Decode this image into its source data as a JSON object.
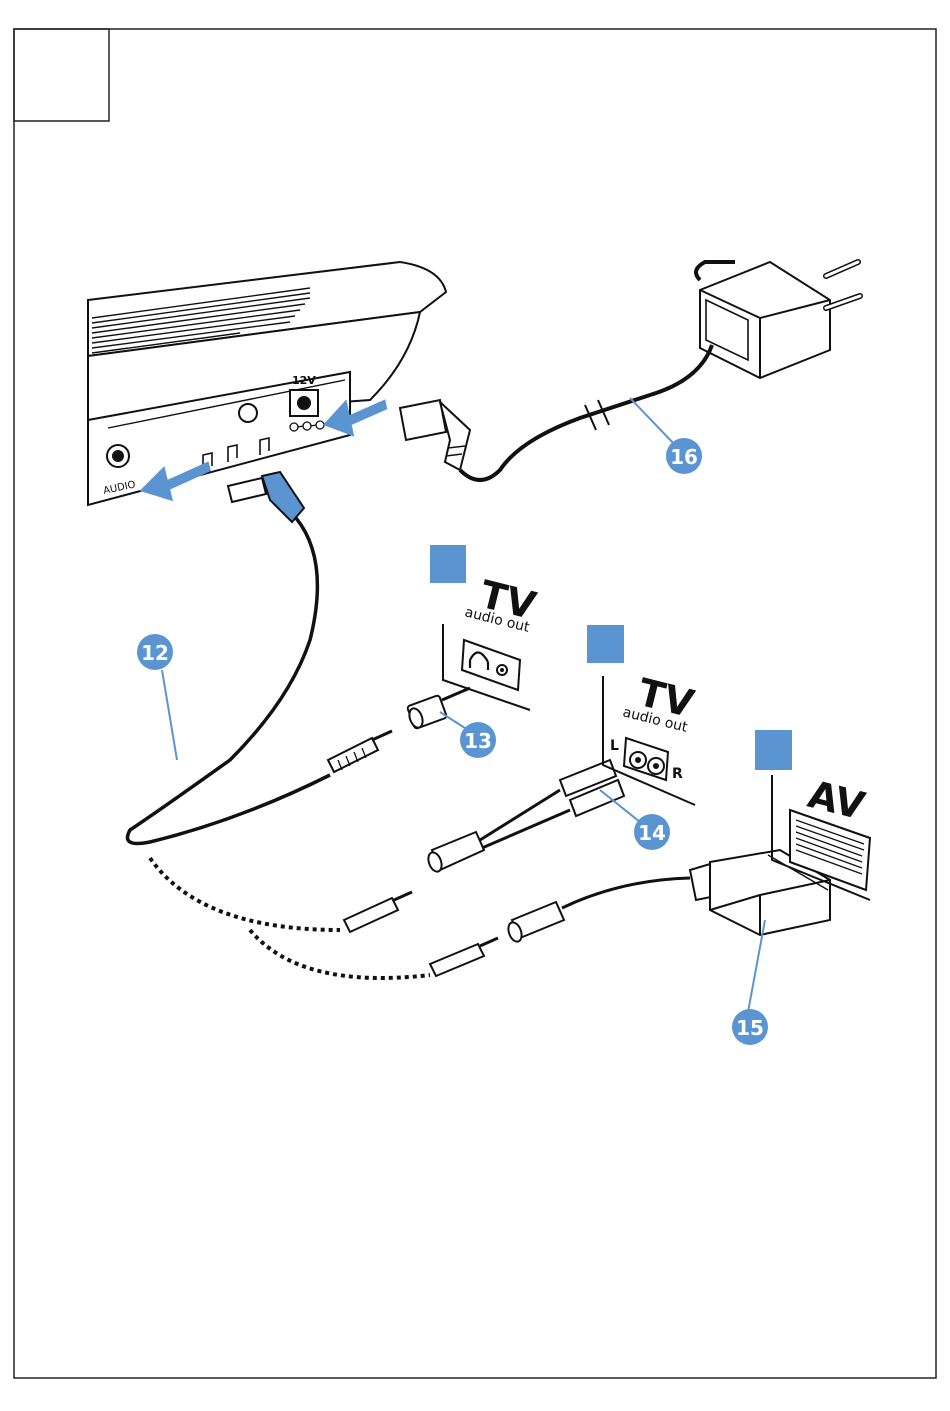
{
  "device": {
    "voltage_label": "12V",
    "audio_port_label": "AUDIO"
  },
  "panels": {
    "tv_headphone": {
      "title": "TV",
      "subtitle": "audio out"
    },
    "tv_rca": {
      "title": "TV",
      "subtitle": "audio out",
      "left": "L",
      "right": "R"
    },
    "av_scart": {
      "title": "AV"
    }
  },
  "callouts": {
    "c12": "12",
    "c13": "13",
    "c14": "14",
    "c15": "15",
    "c16": "16"
  },
  "colors": {
    "accent_blue": "#5b95d1",
    "line": "#111111"
  }
}
